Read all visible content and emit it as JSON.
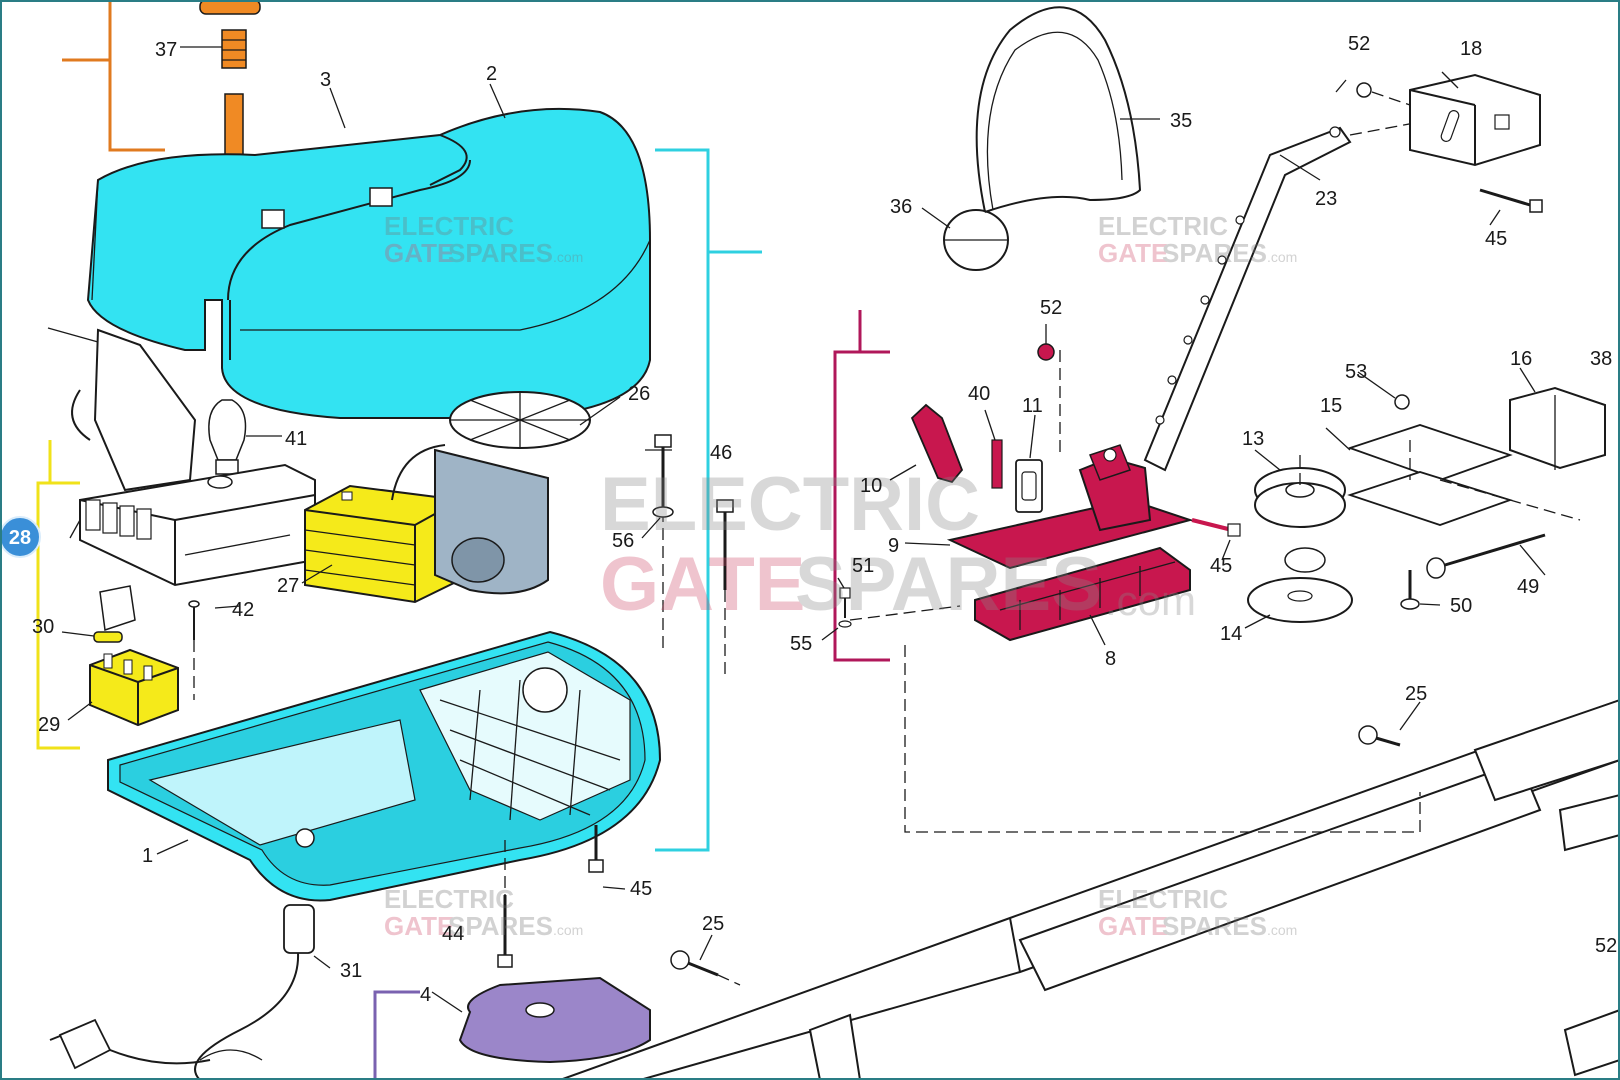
{
  "callout": {
    "label": "28"
  },
  "watermark": {
    "line1": "ELECTRIC",
    "line2_a": "GATE",
    "line2_b": "SPARES",
    "suffix": ".com"
  },
  "part_labels": {
    "p1": "1",
    "p2": "2",
    "p3": "3",
    "p4": "4",
    "p8": "8",
    "p9": "9",
    "p10": "10",
    "p11": "11",
    "p13": "13",
    "p14": "14",
    "p15": "15",
    "p16": "16",
    "p18": "18",
    "p23": "23",
    "p25a": "25",
    "p25b": "25",
    "p26": "26",
    "p27": "27",
    "p29": "29",
    "p30": "30",
    "p31": "31",
    "p35": "35",
    "p36": "36",
    "p37": "37",
    "p38": "38",
    "p40": "40",
    "p41": "41",
    "p42": "42",
    "p44": "44",
    "p45a": "45",
    "p45b": "45",
    "p45c": "45",
    "p46": "46",
    "p49": "49",
    "p50": "50",
    "p51": "51",
    "p52a": "52",
    "p52b": "52",
    "p52c": "52",
    "p53": "53",
    "p55": "55",
    "p56": "56"
  },
  "colors": {
    "cyan_parts": "#33e3f2",
    "magenta_parts": "#c8174e",
    "yellow_parts": "#f5ea1a",
    "orange_parts": "#f08a24",
    "purple_parts": "#9b86c9",
    "group_orange": "#e07a1f",
    "group_cyan": "#2fd0e0",
    "group_yellow": "#f0e21a",
    "group_magenta": "#b0175a",
    "group_purple": "#7a62b0",
    "badge_blue": "#3a8fd8",
    "frame_teal": "#2a7d85"
  }
}
